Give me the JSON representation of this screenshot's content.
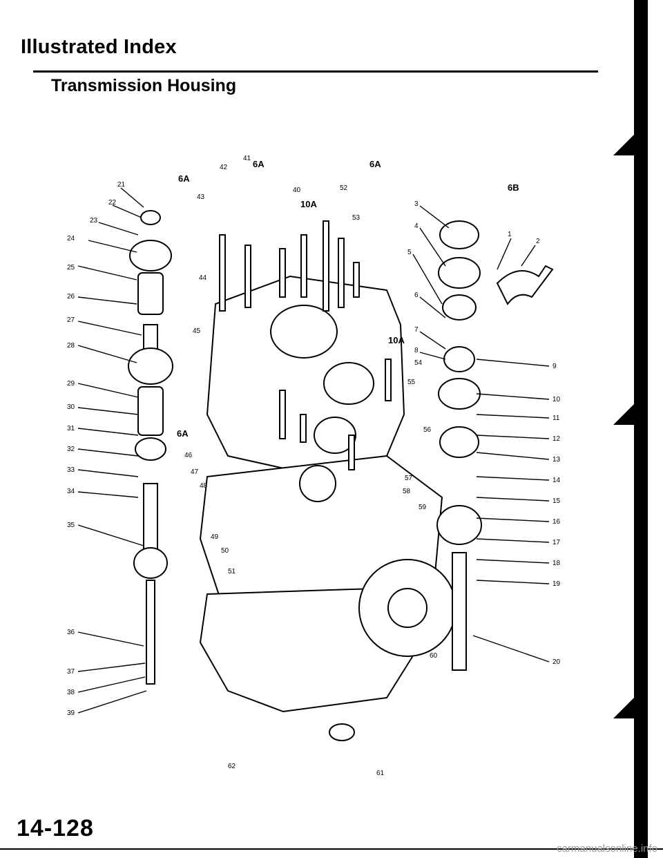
{
  "header": {
    "title": "Illustrated Index",
    "subtitle": "Transmission Housing"
  },
  "diagram": {
    "callouts_left": [
      "21",
      "22",
      "23",
      "24",
      "25",
      "26",
      "27",
      "28",
      "29",
      "30",
      "31",
      "32",
      "33",
      "34",
      "35",
      "36",
      "37",
      "38",
      "39"
    ],
    "callouts_right": [
      "1",
      "2",
      "3",
      "4",
      "5",
      "6",
      "7",
      "8",
      "9",
      "10",
      "11",
      "12",
      "13",
      "14",
      "15",
      "16",
      "17",
      "18",
      "19",
      "20"
    ],
    "callouts_center": [
      "40",
      "41",
      "42",
      "43",
      "44",
      "45",
      "46",
      "47",
      "48",
      "49",
      "50",
      "51",
      "52",
      "53",
      "54",
      "55",
      "56",
      "57",
      "58",
      "59",
      "60",
      "61",
      "62"
    ],
    "ref_codes": [
      "6A",
      "6A",
      "6A",
      "10A",
      "6B",
      "10A",
      "6A"
    ]
  },
  "footer": {
    "page_number": "14-128",
    "watermark": "carmanualsonline.info"
  }
}
